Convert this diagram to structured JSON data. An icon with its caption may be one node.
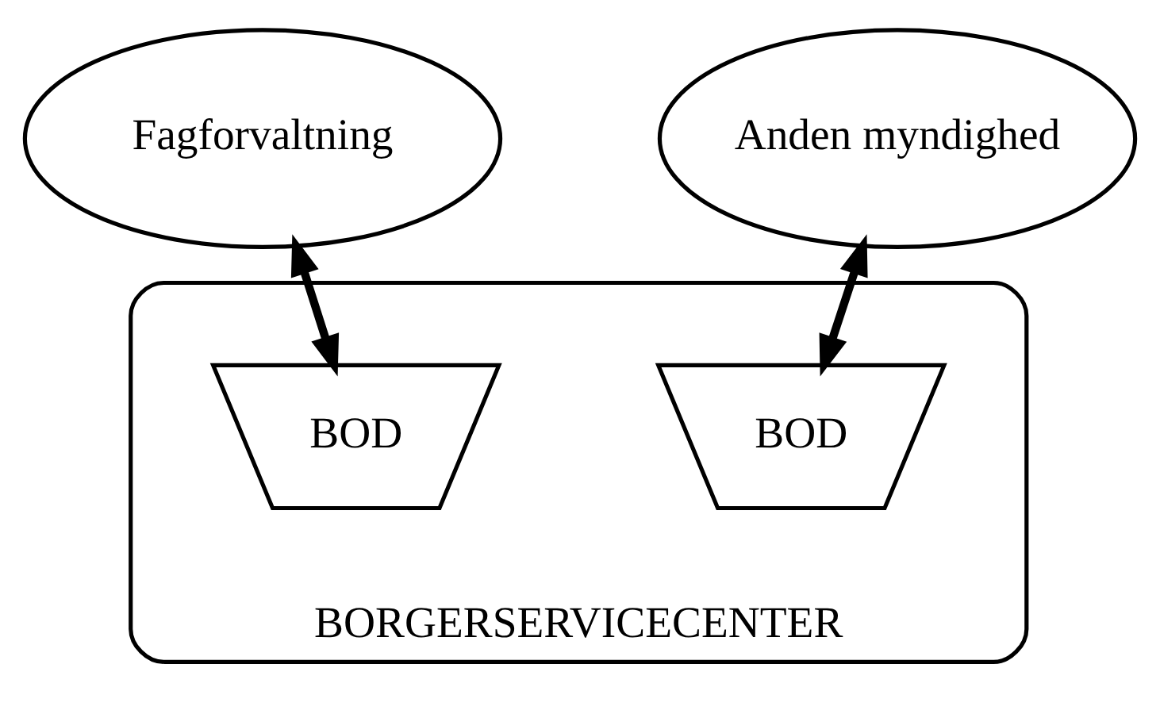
{
  "diagram": {
    "nodes": [
      {
        "text": [
          "Fagforvaltning"
        ]
      },
      {
        "text": [
          "Anden myndighed"
        ]
      },
      {
        "text": [
          "BORGERSERVICECENTER"
        ]
      },
      {
        "text": [
          "BOD"
        ],
        "in": 2
      },
      {
        "text": [
          "BOD"
        ],
        "in": 2
      }
    ],
    "edges": [
      {
        "from": 0,
        "to": 3,
        "arrow": "both"
      },
      {
        "from": 1,
        "to": 4,
        "arrow": "both"
      }
    ]
  }
}
